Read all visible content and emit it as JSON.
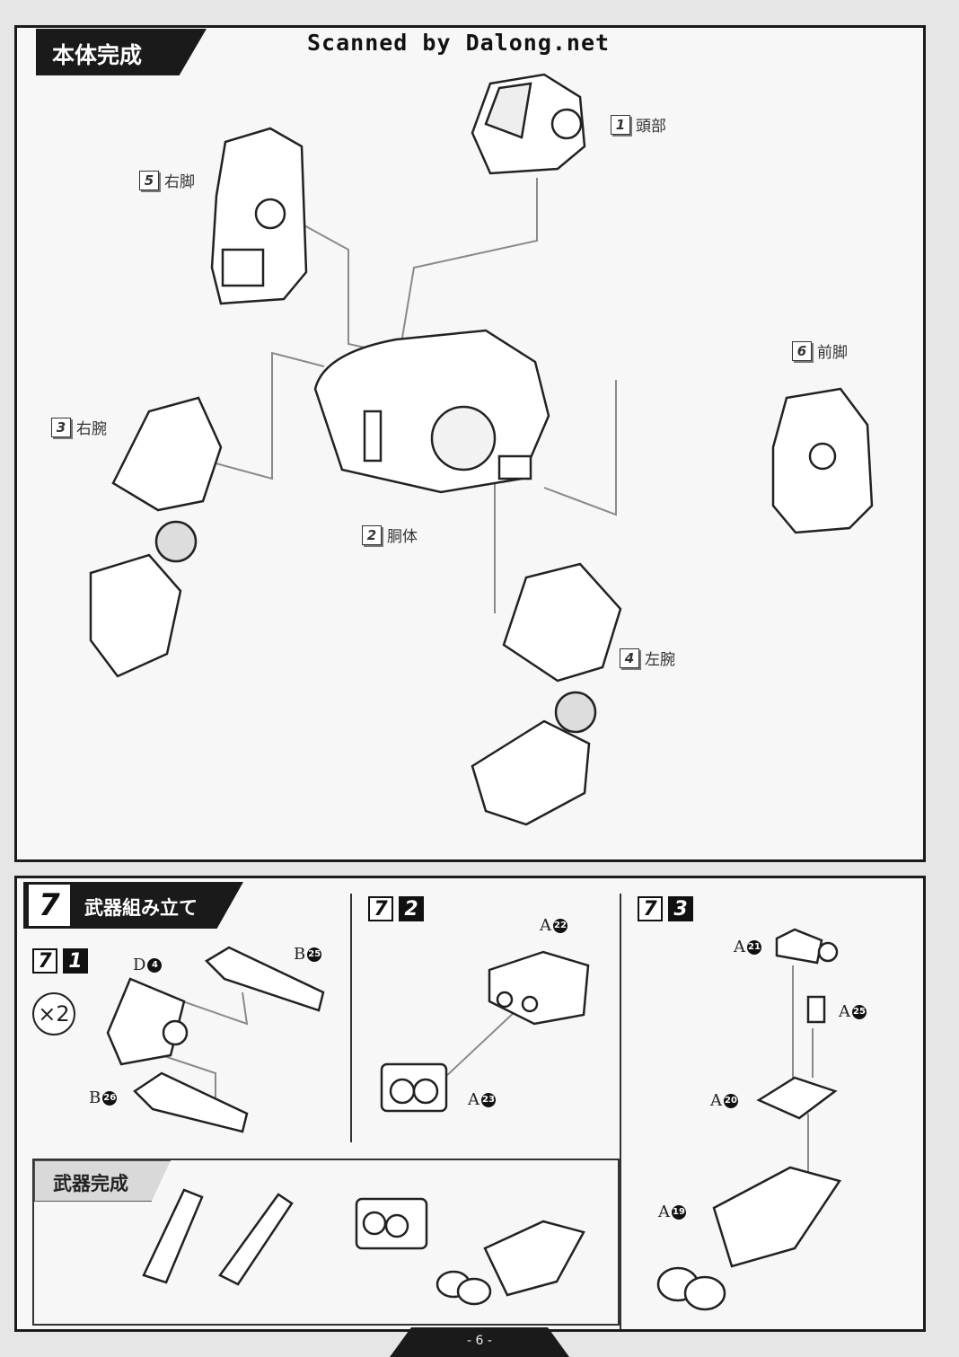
{
  "header": {
    "section_title": "本体完成",
    "scanned_credit": "Scanned by Dalong.net"
  },
  "main_assembly": {
    "callouts": [
      {
        "num": "1",
        "label": "頭部"
      },
      {
        "num": "5",
        "label": "右脚"
      },
      {
        "num": "6",
        "label": "前脚"
      },
      {
        "num": "3",
        "label": "右腕"
      },
      {
        "num": "2",
        "label": "胴体"
      },
      {
        "num": "4",
        "label": "左腕"
      }
    ]
  },
  "step7": {
    "number": "7",
    "title": "武器組み立て",
    "sub1": {
      "step": "7",
      "sub": "1",
      "multiplier": "×2",
      "parts": [
        {
          "runner": "D",
          "num": "4"
        },
        {
          "runner": "B",
          "num": "25"
        },
        {
          "runner": "B",
          "num": "26"
        }
      ]
    },
    "sub2": {
      "step": "7",
      "sub": "2",
      "parts": [
        {
          "runner": "A",
          "num": "22"
        },
        {
          "runner": "A",
          "num": "23"
        }
      ]
    },
    "sub3": {
      "step": "7",
      "sub": "3",
      "parts": [
        {
          "runner": "A",
          "num": "21"
        },
        {
          "runner": "A",
          "num": "25"
        },
        {
          "runner": "A",
          "num": "20"
        },
        {
          "runner": "A",
          "num": "19"
        }
      ]
    },
    "weapon_complete_title": "武器完成"
  },
  "footer": {
    "page_number": "- 6 -"
  },
  "colors": {
    "panel_border": "#1b1b1b",
    "tab_black": "#1a1a1a",
    "arrow_grey": "#8a8a8a"
  }
}
